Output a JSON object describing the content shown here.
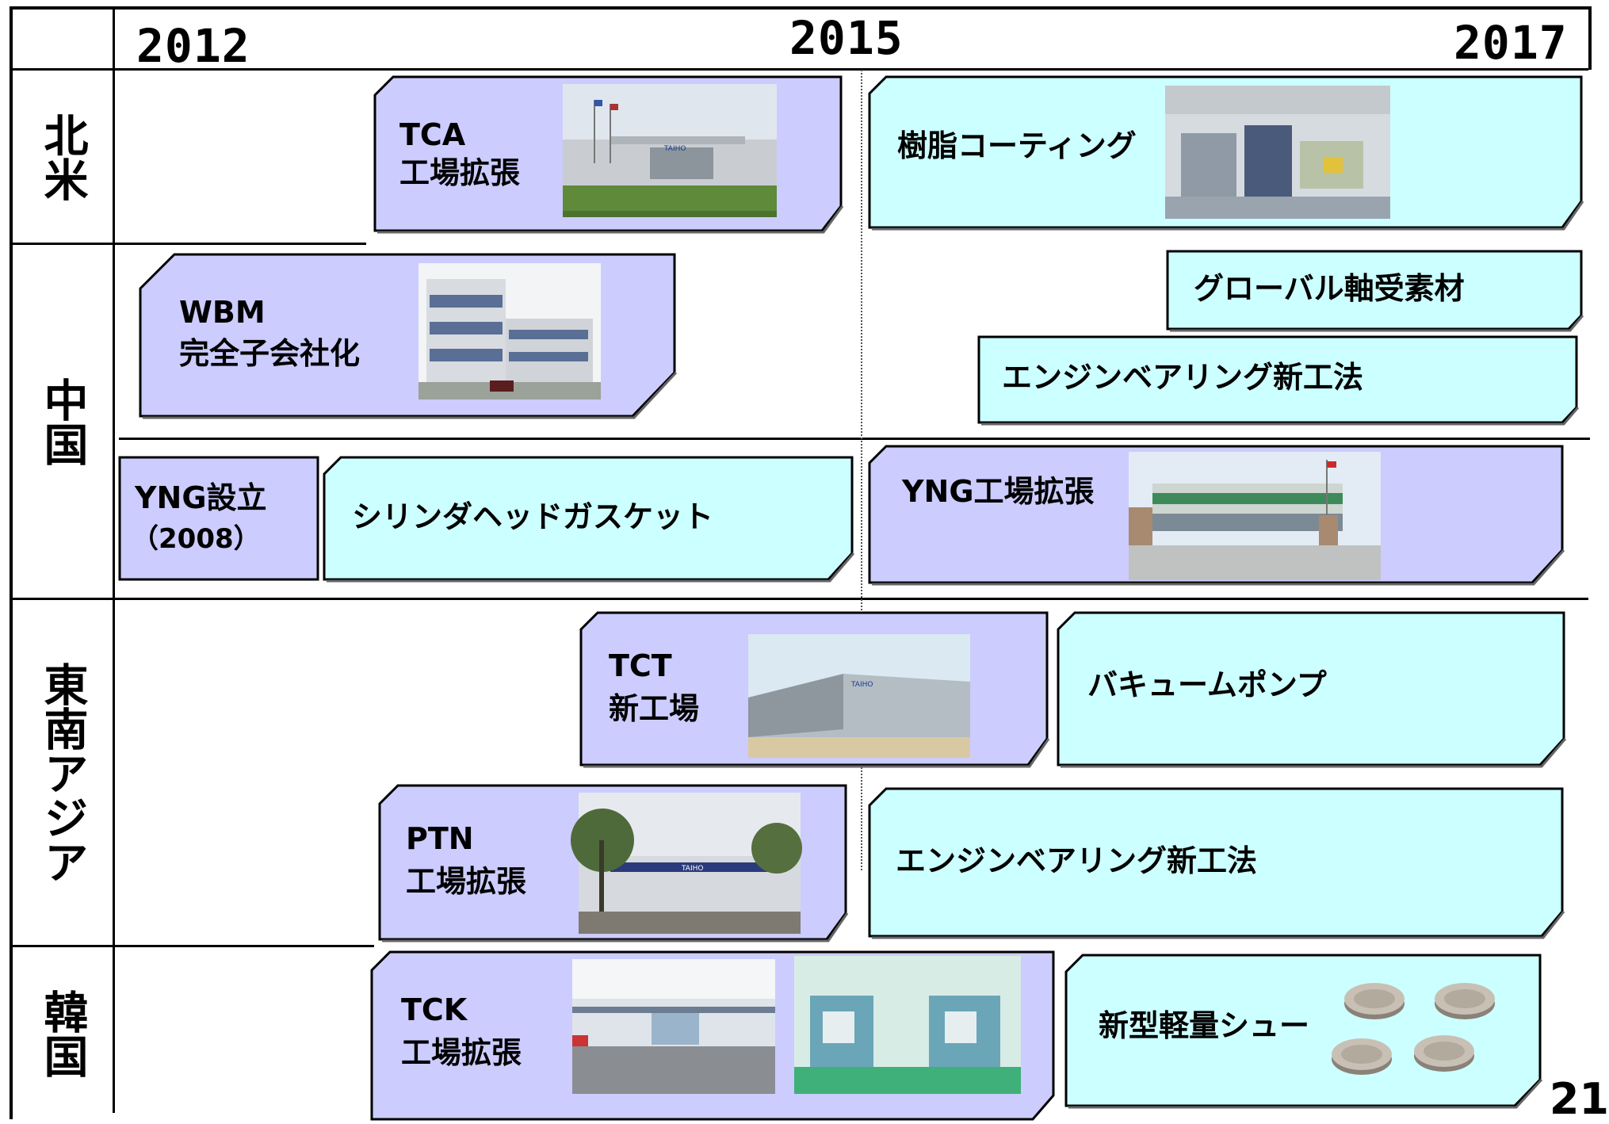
{
  "timeline": {
    "years": [
      "2012",
      "2015",
      "2017"
    ]
  },
  "regions": {
    "north_america": "北米",
    "china": "中国",
    "southeast_asia": "東南アジア",
    "korea": "韓国"
  },
  "items": {
    "tca": [
      "TCA",
      "工場拡張"
    ],
    "resin": "樹脂コーティング",
    "wbm": [
      "WBM",
      "完全子会社化"
    ],
    "global_bearing": "グローバル軸受素材",
    "engine_bearing_cn": "エンジンベアリング新工法",
    "yng_est": [
      "YNG設立",
      "（2008）"
    ],
    "cylinder_gasket": "シリンダヘッドガスケット",
    "yng_expand": "YNG工場拡張",
    "tct": [
      "TCT",
      "新工場"
    ],
    "vacuum_pump": "バキュームポンプ",
    "ptn": [
      "PTN",
      "工場拡張"
    ],
    "engine_bearing_sea": "エンジンベアリング新工法",
    "tck": [
      "TCK",
      "工場拡張"
    ],
    "brake_shoe": "新型軽量シュー"
  },
  "photo_signs": {
    "taiho": "TAIHO"
  },
  "colors": {
    "lavender": "#ccccff",
    "cyan": "#ccffff"
  },
  "page_number": "21"
}
